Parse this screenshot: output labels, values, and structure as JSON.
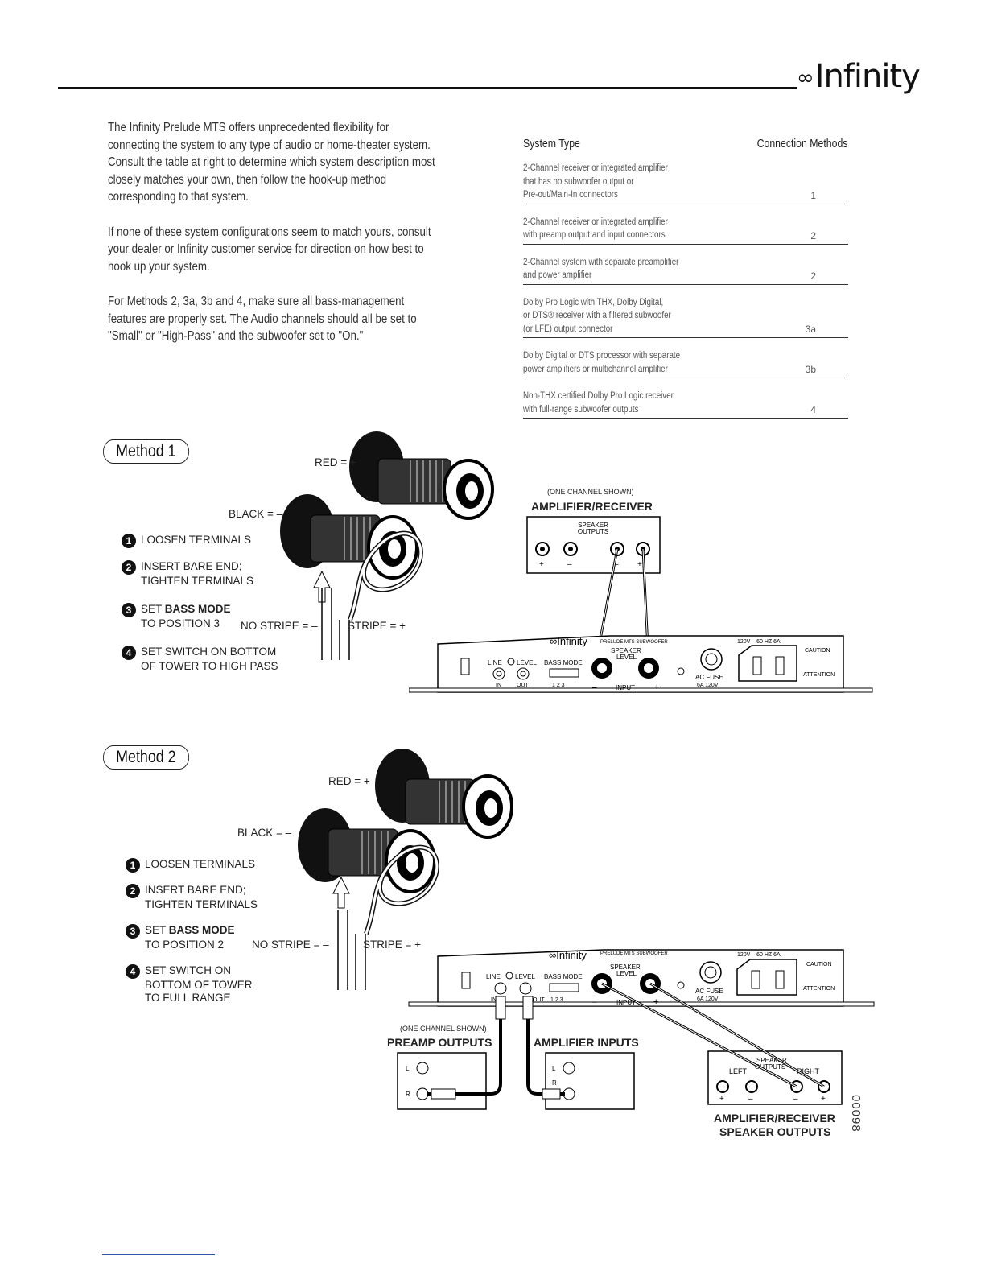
{
  "header": {
    "brand": "Infinity"
  },
  "intro": {
    "p1": "The Infinity Prelude MTS offers unprecedented flexibility for connecting the system to any type of audio or home-theater system. Consult the table at right to determine which system description most closely matches your own, then follow the hook-up method corresponding to that system.",
    "p2": "If none of these system configurations seem to match yours, consult your dealer or Infinity customer service for direction on how best to hook up your system.",
    "p3": "For Methods 2, 3a, 3b and 4, make sure all bass-management features are properly set. The Audio channels should all be set to \"Small\" or \"High-Pass\" and the subwoofer set to \"On.\""
  },
  "table": {
    "col_system": "System Type",
    "col_method": "Connection Methods",
    "rows": [
      {
        "desc": "2-Channel receiver or integrated amplifier\nthat has no subwoofer output or\nPre-out/Main-In connectors",
        "method": "1"
      },
      {
        "desc": "2-Channel receiver or integrated amplifier\nwith preamp output and input connectors",
        "method": "2"
      },
      {
        "desc": "2-Channel system with separate preamplifier\nand power amplifier",
        "method": "2"
      },
      {
        "desc": "Dolby Pro Logic with THX, Dolby Digital,\nor DTS® receiver with a filtered subwoofer\n(or LFE) output connector",
        "method": "3a"
      },
      {
        "desc": "Dolby Digital or DTS processor with separate\npower amplifiers or multichannel amplifier",
        "method": "3b"
      },
      {
        "desc": "Non-THX certified Dolby Pro Logic receiver\nwith full-range subwoofer outputs",
        "method": "4"
      }
    ]
  },
  "method1": {
    "title": "Method 1",
    "red": "RED = +",
    "black": "BLACK = –",
    "no_stripe": "NO STRIPE = –",
    "stripe": "STRIPE = +",
    "step1": "LOOSEN TERMINALS",
    "step2a": "INSERT BARE END;",
    "step2b": "TIGHTEN TERMINALS",
    "step3a": "SET ",
    "step3b": "BASS MODE",
    "step3c": "TO POSITION 3",
    "step4a": "SET SWITCH ON BOTTOM",
    "step4b": "OF TOWER TO HIGH PASS",
    "one_channel": "(ONE CHANNEL SHOWN)",
    "amp_title": "AMPLIFIER/RECEIVER",
    "speaker_outputs": "SPEAKER OUTPUTS"
  },
  "method2": {
    "title": "Method 2",
    "red": "RED = +",
    "black": "BLACK = –",
    "no_stripe": "NO STRIPE = –",
    "stripe": "STRIPE = +",
    "step1": "LOOSEN TERMINALS",
    "step2a": "INSERT BARE END;",
    "step2b": "TIGHTEN TERMINALS",
    "step3a": "SET ",
    "step3b": "BASS MODE",
    "step3c": "TO POSITION 2",
    "step4a": "SET SWITCH ON",
    "step4b": "BOTTOM OF TOWER",
    "step4c": "TO FULL RANGE",
    "one_channel": "(ONE CHANNEL SHOWN)",
    "preamp": "PREAMP OUTPUTS",
    "amp_inputs": "AMPLIFIER INPUTS",
    "amp_receiver": "AMPLIFIER/RECEIVER",
    "speaker_outputs": "SPEAKER OUTPUTS",
    "left": "LEFT",
    "right": "RIGHT"
  },
  "panel": {
    "brand": "Infinity",
    "model": "PRELUDE MTS SUBWOOFER",
    "voltage": "120V – 60 HZ 6A",
    "line": "LINE",
    "level": "LEVEL",
    "bass_mode": "BASS MODE",
    "in": "IN",
    "out": "OUT",
    "positions": "1  2  3",
    "speaker_level": "SPEAKER LEVEL",
    "input": "INPUT",
    "ac_fuse": "AC FUSE",
    "fuse_rating": "6A 120V",
    "caution": "CAUTION",
    "attention": "ATTENTION"
  },
  "footer": {
    "part_no": "00098"
  }
}
